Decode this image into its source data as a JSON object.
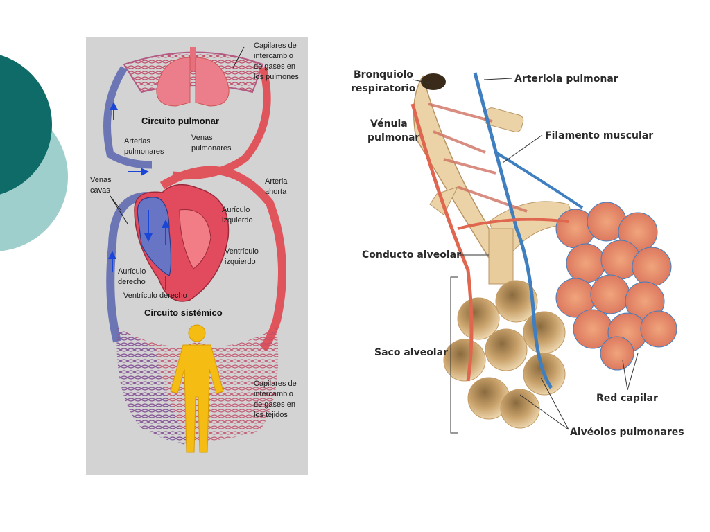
{
  "colors": {
    "dark_teal": "#0e6b67",
    "light_teal": "#9fcfcc",
    "panel_gray": "#d3d3d3",
    "oxygenated_red": "#e0545c",
    "deoxygenated_blue": "#6d76b5",
    "arrow_blue": "#1a46d8",
    "body_yellow": "#f5bd14",
    "tissue_tan": "#e8c99a",
    "capillary_blue": "#3f7fc0"
  },
  "circulation": {
    "pulmonary_capillaries": "Capilares de intercambio de gases en los pulmones",
    "pulmonary_capillaries_lines": [
      "Capilares de",
      "intercambio",
      "de gases en",
      "los pulmones"
    ],
    "pulmonary_circuit": "Circuito pulmonar",
    "pulmonary_arteries_lines": [
      "Arterias",
      "pulmonares"
    ],
    "pulmonary_veins_lines": [
      "Venas",
      "pulmonares"
    ],
    "vena_cava_lines": [
      "Venas",
      "cavas"
    ],
    "aorta_lines": [
      "Arteria",
      "ahorta"
    ],
    "left_atrium_lines": [
      "Aurículo",
      "izquierdo"
    ],
    "left_ventricle_lines": [
      "Ventrículo",
      "izquierdo"
    ],
    "right_atrium_lines": [
      "Aurículo",
      "derecho"
    ],
    "right_ventricle": "Ventrículo derecho",
    "systemic_circuit": "Circuito sistémico",
    "tissue_capillaries_lines": [
      "Capilares de",
      "intercambio",
      "de gases en",
      "los tejidos"
    ]
  },
  "respiratory": {
    "bronchiole_lines": [
      "Bronquiolo",
      "respiratorio"
    ],
    "pulmonary_arteriole": "Arteriola pulmonar",
    "pulmonary_venule_lines": [
      "Vénula",
      "pulmonar"
    ],
    "muscle_filament": "Filamento muscular",
    "alveolar_duct": "Conducto alveolar",
    "alveolar_sac": "Saco alveolar",
    "capillary_network": "Red capilar",
    "pulmonary_alveoli": "Alvéolos pulmonares"
  }
}
